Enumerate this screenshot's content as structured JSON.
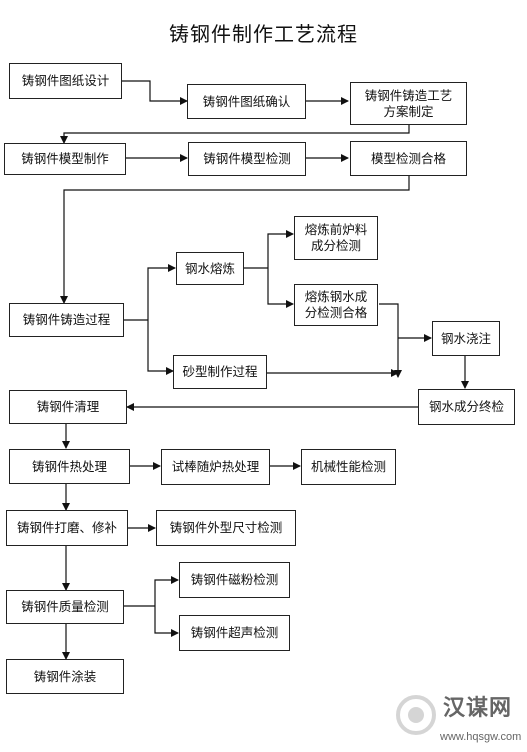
{
  "title": "铸钢件制作工艺流程",
  "nodes": {
    "design": "铸钢件图纸设计",
    "confirm": "铸钢件图纸确认",
    "process_plan": "铸钢件铸造工艺\n方案制定",
    "pattern_make": "铸钢件模型制作",
    "pattern_inspect": "铸钢件模型检测",
    "pattern_ok": "模型检测合格",
    "casting": "铸钢件铸造过程",
    "melting": "钢水熔炼",
    "pre_furnace": "熔炼前炉料\n成分检测",
    "molten_ok": "熔炼钢水成\n分检测合格",
    "sand_mold": "砂型制作过程",
    "pouring": "钢水浇注",
    "final_inspect": "钢水成分终检",
    "cleaning": "铸钢件清理",
    "heat_treat": "铸钢件热处理",
    "test_bar": "试棒随炉热处理",
    "mech_test": "机械性能检测",
    "grinding": "铸钢件打磨、修补",
    "dimension": "铸钢件外型尺寸检测",
    "quality": "铸钢件质量检测",
    "magnetic": "铸钢件磁粉检测",
    "ultrasonic": "铸钢件超声检测",
    "coating": "铸钢件涂装"
  },
  "watermark": {
    "text": "汉谋网",
    "url": "www.hqsgw.com"
  }
}
